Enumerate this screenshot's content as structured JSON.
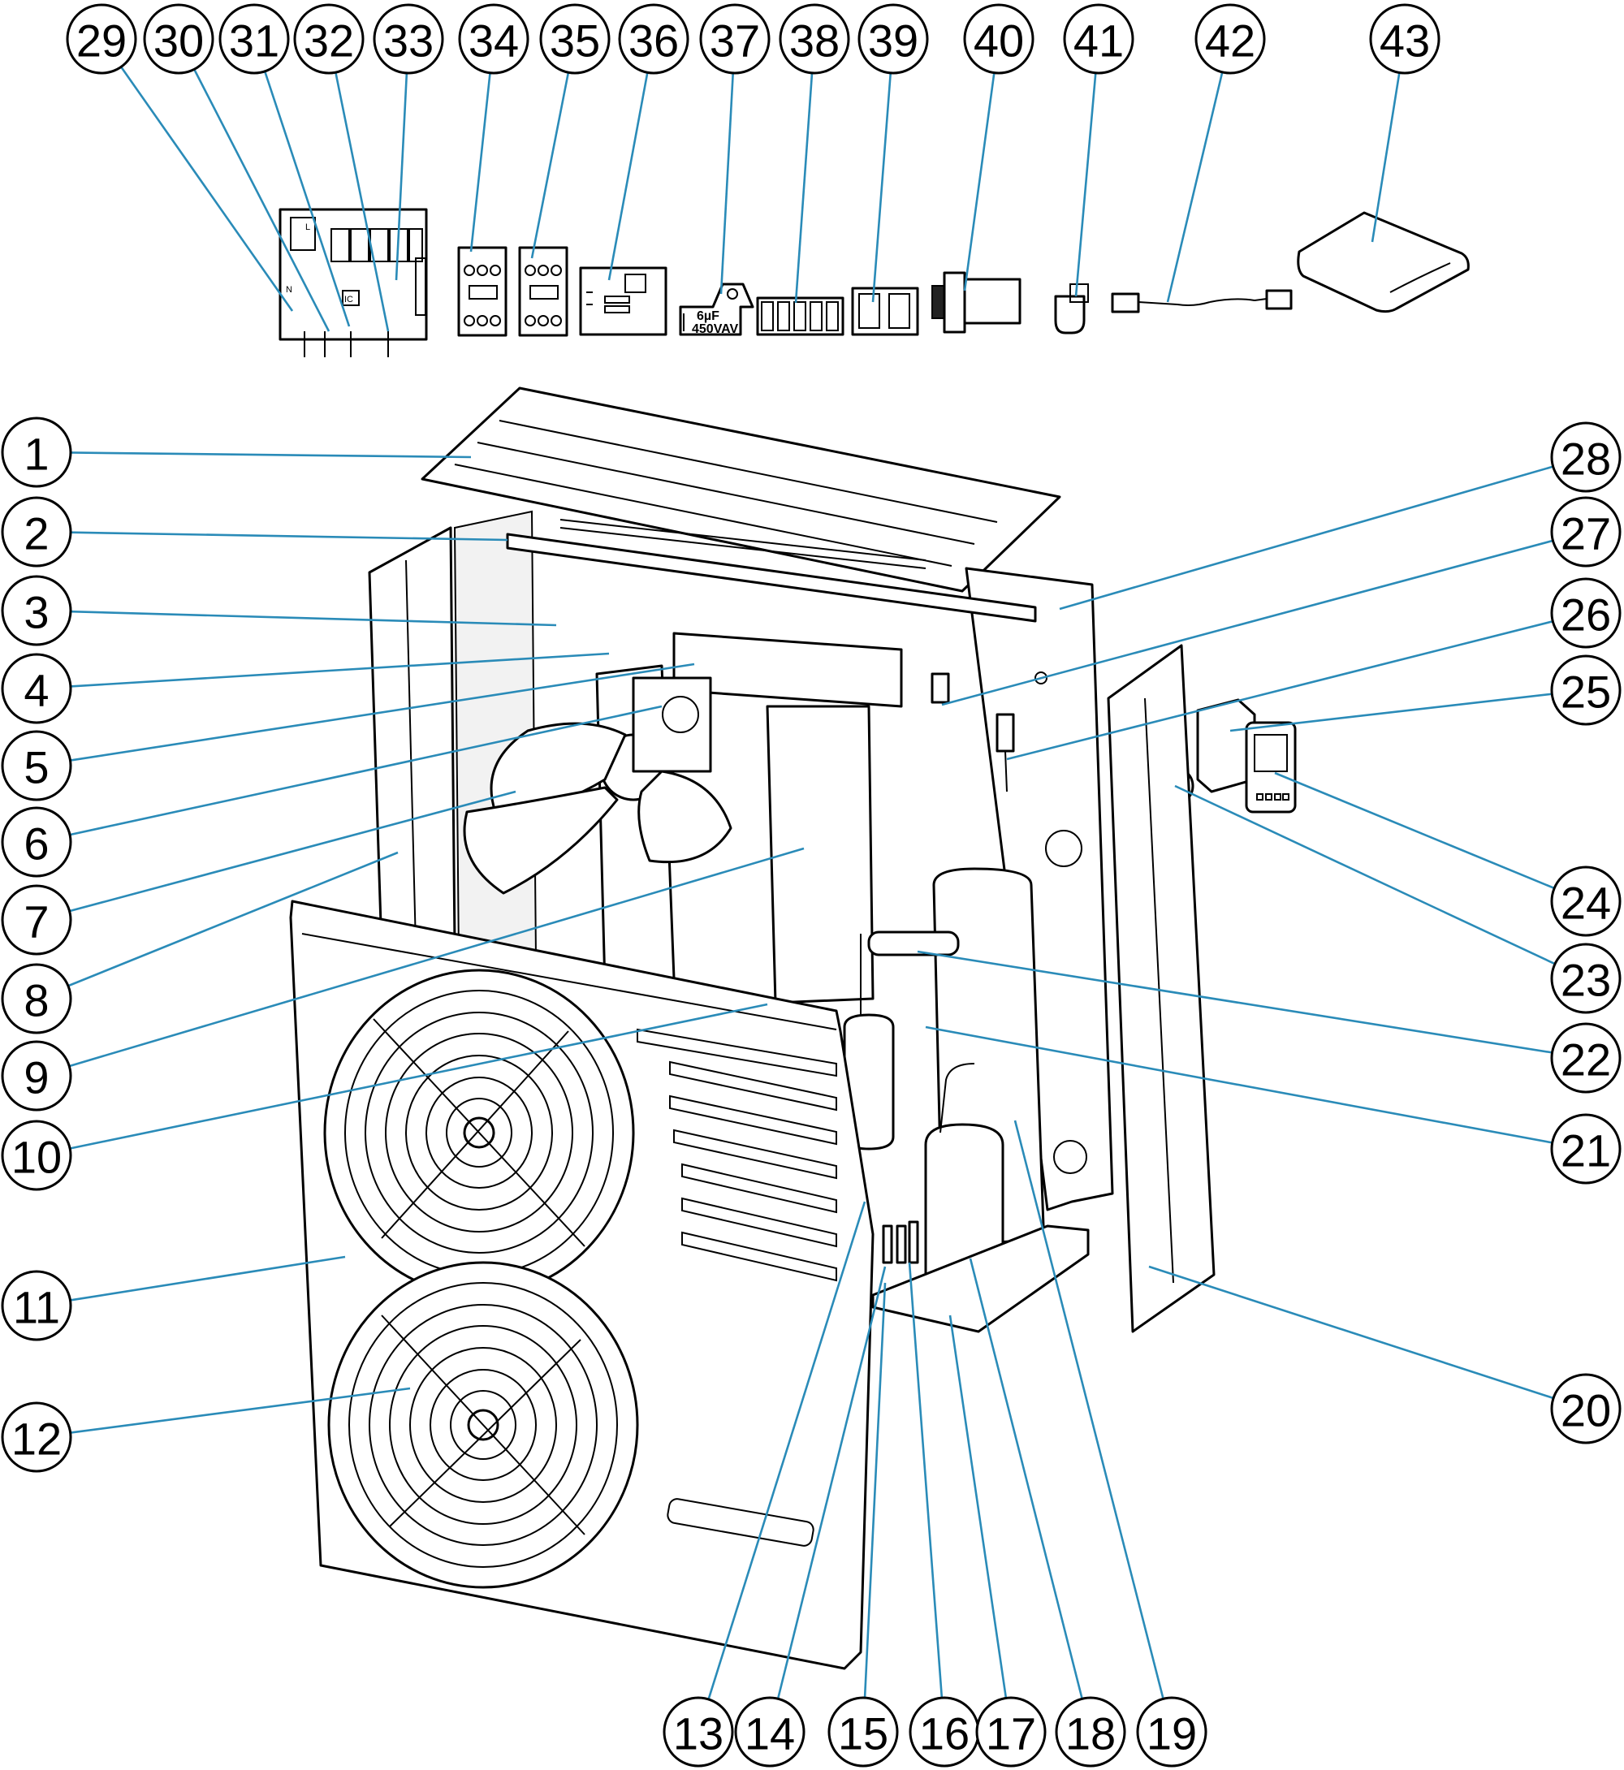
{
  "diagram": {
    "capacitor_labels": [
      "6µF",
      "450VAV"
    ],
    "board_labels": [
      "L",
      "N",
      "IC"
    ],
    "callouts": [
      {
        "num": "1"
      },
      {
        "num": "2"
      },
      {
        "num": "3"
      },
      {
        "num": "4"
      },
      {
        "num": "5"
      },
      {
        "num": "6"
      },
      {
        "num": "7"
      },
      {
        "num": "8"
      },
      {
        "num": "9"
      },
      {
        "num": "10"
      },
      {
        "num": "11"
      },
      {
        "num": "12"
      },
      {
        "num": "13"
      },
      {
        "num": "14"
      },
      {
        "num": "15"
      },
      {
        "num": "16"
      },
      {
        "num": "17"
      },
      {
        "num": "18"
      },
      {
        "num": "19"
      },
      {
        "num": "20"
      },
      {
        "num": "21"
      },
      {
        "num": "22"
      },
      {
        "num": "23"
      },
      {
        "num": "24"
      },
      {
        "num": "25"
      },
      {
        "num": "26"
      },
      {
        "num": "27"
      },
      {
        "num": "28"
      },
      {
        "num": "29"
      },
      {
        "num": "30"
      },
      {
        "num": "31"
      },
      {
        "num": "32"
      },
      {
        "num": "33"
      },
      {
        "num": "34"
      },
      {
        "num": "35"
      },
      {
        "num": "36"
      },
      {
        "num": "37"
      },
      {
        "num": "38"
      },
      {
        "num": "39"
      },
      {
        "num": "40"
      },
      {
        "num": "41"
      },
      {
        "num": "42"
      },
      {
        "num": "43"
      }
    ]
  },
  "colors": {
    "leader": "#2a8bb8",
    "outline": "#000000",
    "background": "#ffffff"
  }
}
